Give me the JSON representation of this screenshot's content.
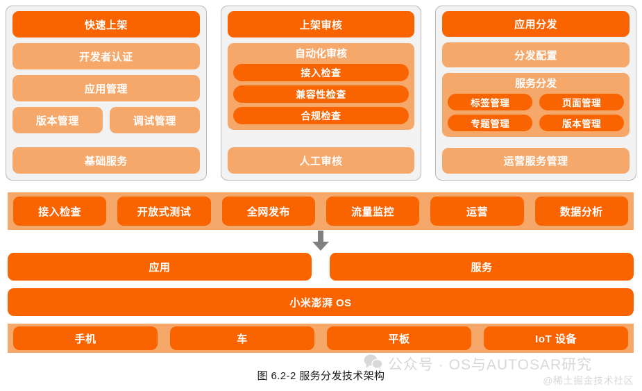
{
  "colors": {
    "accent_strong": "#FA6400",
    "accent_light": "#F6A76A",
    "card_bg": "#F2F2F2",
    "card_border": "#B8B8B8",
    "arrow": "#808080",
    "watermark": "#D8D8D8",
    "text_on_accent": "#FFFFFF"
  },
  "columns": [
    {
      "header": "快速上架",
      "rows": [
        {
          "type": "band",
          "label": "开发者认证"
        },
        {
          "type": "band",
          "label": "应用管理"
        },
        {
          "type": "split",
          "items": [
            "版本管理",
            "调试管理"
          ]
        }
      ],
      "footer": "基础服务"
    },
    {
      "header": "上架审核",
      "group": {
        "title": "自动化审核",
        "items": [
          "接入检查",
          "兼容性检查",
          "合规检查"
        ]
      },
      "footer": "人工审核"
    },
    {
      "header": "应用分发",
      "rows": [
        {
          "type": "band",
          "label": "分发配置"
        }
      ],
      "group": {
        "title": "服务分发",
        "items": [
          "标签管理",
          "页面管理",
          "专题管理",
          "版本管理"
        ]
      },
      "footer": "运营服务管理"
    }
  ],
  "capabilities": [
    "接入检查",
    "开放式测试",
    "全网发布",
    "流量监控",
    "运营",
    "数据分析"
  ],
  "flow_arrow": "arrow-down-icon",
  "app_service": [
    "应用",
    "服务"
  ],
  "os_bar": "小米澎湃 OS",
  "devices": [
    "手机",
    "车",
    "平板",
    "IoT 设备"
  ],
  "caption": "图 6.2-2 服务分发技术架构",
  "watermark": {
    "icon": "wechat-icon",
    "main": "公众号 · OS与AUTOSAR研究",
    "sub": "@稀土掘金技术社区"
  }
}
